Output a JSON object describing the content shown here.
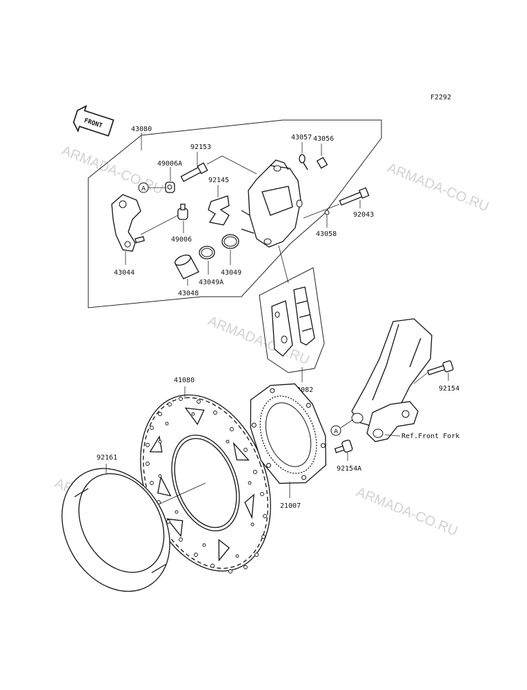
{
  "diagram_code": "F2292",
  "front_arrow_label": "FRONT",
  "watermark": "ARMADA-CO.RU",
  "ref_callout": "A",
  "ref_label": "Ref.Front Fork",
  "parts": {
    "p43080": "43080",
    "p49006A": "49006A",
    "p92153": "92153",
    "p92145": "92145",
    "p43057": "43057",
    "p43056": "43056",
    "p92043": "92043",
    "p43058": "43058",
    "p49006": "49006",
    "p43044": "43044",
    "p43049": "43049",
    "p43049A": "43049A",
    "p43048": "43048",
    "p43082": "43082",
    "p41080": "41080",
    "p92154": "92154",
    "p92154A": "92154A",
    "p92161": "92161",
    "p21007": "21007"
  }
}
